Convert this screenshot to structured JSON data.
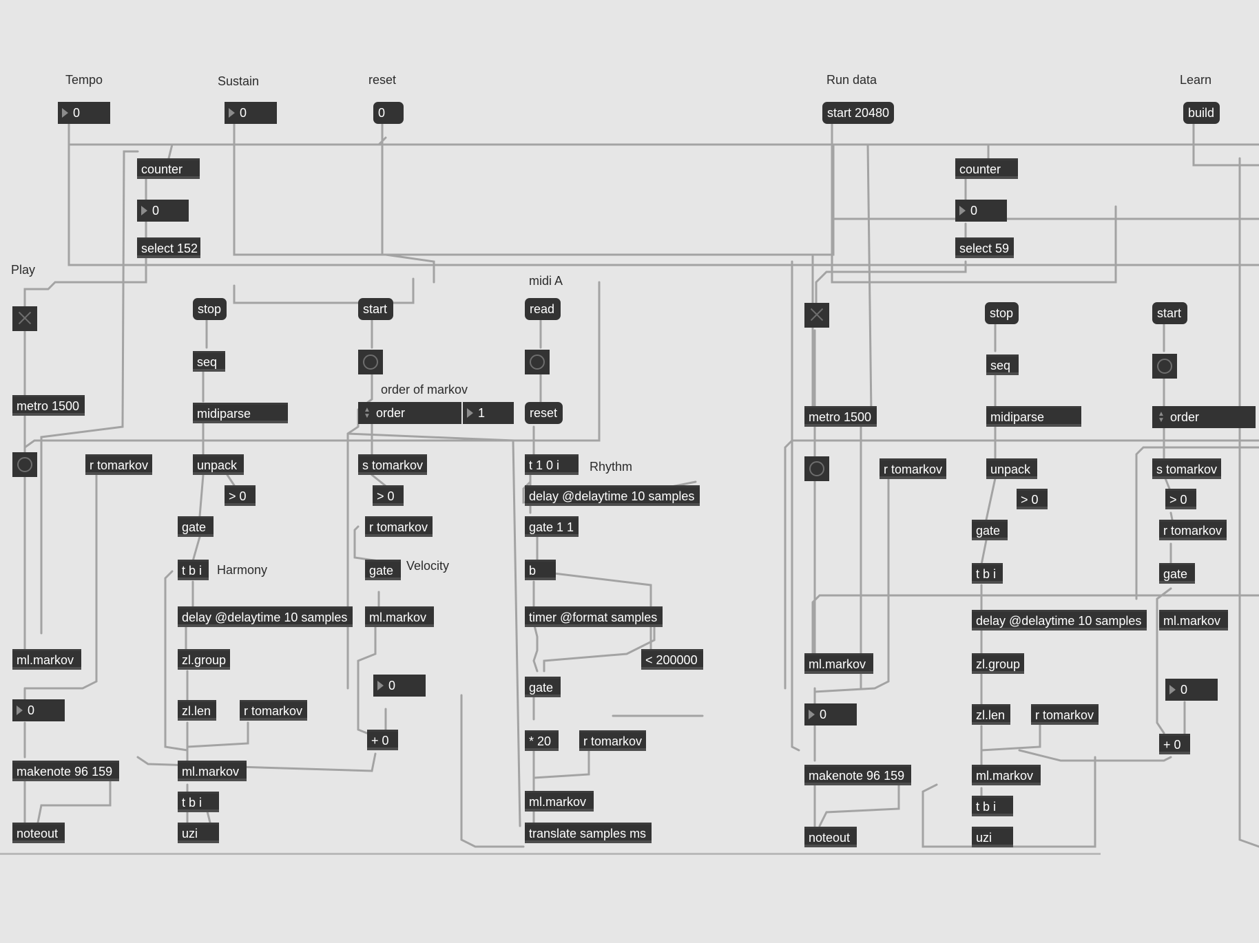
{
  "comments": {
    "tempo": "Tempo",
    "sustain": "Sustain",
    "reset": "reset",
    "run_data": "Run data",
    "learn": "Learn",
    "play": "Play",
    "midi_a": "midi A",
    "order_of_markov": "order of markov",
    "rhythm": "Rhythm",
    "harmony": "Harmony",
    "velocity": "Velocity"
  },
  "numbers": {
    "tempo": "0",
    "sustain": "0",
    "counter_left": "0",
    "counter_right": "0",
    "play_left": "0",
    "vel_left": "0",
    "play_right": "0",
    "vel_right": "0",
    "order_value": "1"
  },
  "messages": {
    "reset": "0",
    "run_data": "start 20480",
    "learn": "build",
    "stop_left": "stop",
    "start_left": "start",
    "read": "read",
    "reset_seq": "reset",
    "stop_right": "stop",
    "start_right": "start"
  },
  "objects": {
    "counter_l": "counter",
    "select_l": "select 152",
    "metro_l": "metro 1500",
    "r_tomarkov_l1": "r tomarkov",
    "seq_l": "seq",
    "midiparse_l": "midiparse",
    "unpack_l": "unpack",
    "gt0_l": "> 0",
    "gate_l": "gate",
    "tbi_l": "t b i",
    "delay_l": "delay @delaytime 10 samples",
    "zlgroup_l": "zl.group",
    "zllen_l": "zl.len",
    "r_tomarkov_l2": "r tomarkov",
    "mlmarkov_l1": "ml.markov",
    "makenote_l": "makenote 96 159",
    "noteout_l": "noteout",
    "mlmarkov_l2": "ml.markov",
    "tbi_l2": "t b i",
    "uzi_l": "uzi",
    "s_tomarkov_m": "s tomarkov",
    "gt0_m": "> 0",
    "r_tomarkov_m": "r tomarkov",
    "gate_m": "gate",
    "mlmarkov_m": "ml.markov",
    "plus_m": "+ 0",
    "t10i": "t 1 0 i",
    "delay_r": "delay @delaytime 10 samples",
    "gate11": "gate 1 1",
    "b": "b",
    "timer": "timer @format samples",
    "lt200000": "< 200000",
    "gate_r": "gate",
    "times20": "* 20",
    "r_tomarkov_r": "r tomarkov",
    "mlmarkov_r": "ml.markov",
    "translate": "translate samples ms",
    "counter_r": "counter",
    "select_r": "select 59",
    "metro_r": "metro 1500",
    "r_tomarkov_r1": "r tomarkov",
    "seq_r": "seq",
    "midiparse_r": "midiparse",
    "unpack_r": "unpack",
    "gt0_r": "> 0",
    "gate_r2": "gate",
    "tbi_r": "t b i",
    "delay_r2": "delay @delaytime 10 samples",
    "zlgroup_r": "zl.group",
    "zllen_r": "zl.len",
    "r_tomarkov_r2": "r tomarkov",
    "mlmarkov_r1": "ml.markov",
    "makenote_r": "makenote 96 159",
    "noteout_r": "noteout",
    "mlmarkov_r2": "ml.markov",
    "tbi_r2": "t b i",
    "uzi_r": "uzi",
    "s_tomarkov_rr": "s tomarkov",
    "gt0_rr": "> 0",
    "r_tomarkov_rr": "r tomarkov",
    "gate_rr": "gate",
    "mlmarkov_rr": "ml.markov",
    "plus_rr": "+ 0"
  },
  "menus": {
    "order_left": "order",
    "order_right": "order"
  },
  "colors": {
    "canvas": "#e6e6e6",
    "box": "#333333",
    "cord": "#a3a3a3",
    "text": "#ffffff"
  }
}
